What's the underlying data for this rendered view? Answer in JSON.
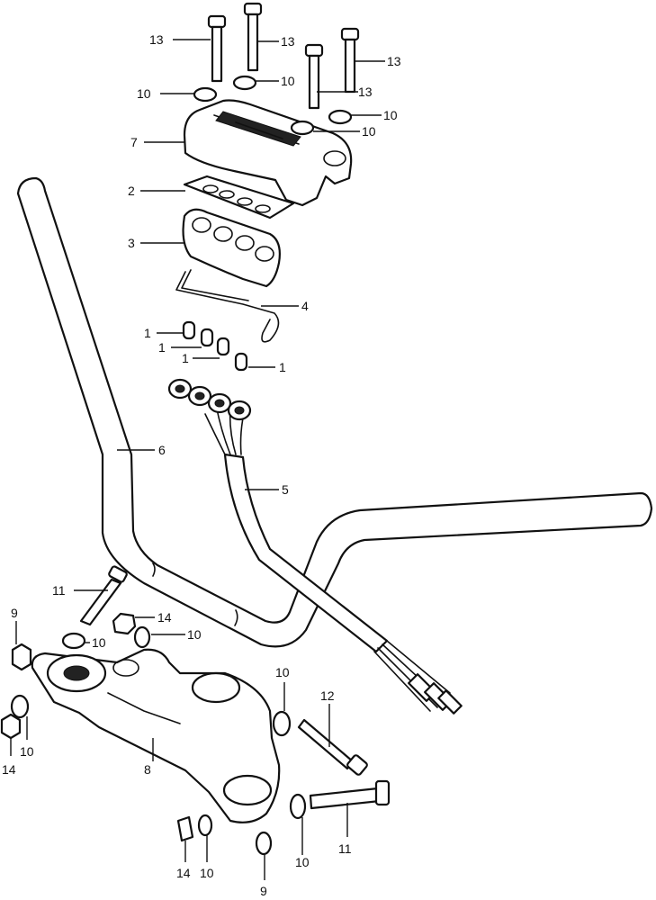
{
  "callouts": [
    {
      "id": "c13a",
      "text": "13"
    },
    {
      "id": "c13b",
      "text": "13"
    },
    {
      "id": "c13c",
      "text": "13"
    },
    {
      "id": "c13d",
      "text": "13"
    },
    {
      "id": "c10a",
      "text": "10"
    },
    {
      "id": "c10b",
      "text": "10"
    },
    {
      "id": "c10c",
      "text": "10"
    },
    {
      "id": "c10d",
      "text": "10"
    },
    {
      "id": "c7",
      "text": "7"
    },
    {
      "id": "c2",
      "text": "2"
    },
    {
      "id": "c3",
      "text": "3"
    },
    {
      "id": "c4",
      "text": "4"
    },
    {
      "id": "c1a",
      "text": "1"
    },
    {
      "id": "c1b",
      "text": "1"
    },
    {
      "id": "c1c",
      "text": "1"
    },
    {
      "id": "c1d",
      "text": "1"
    },
    {
      "id": "c6",
      "text": "6"
    },
    {
      "id": "c5",
      "text": "5"
    },
    {
      "id": "c11a",
      "text": "11"
    },
    {
      "id": "c14a",
      "text": "14"
    },
    {
      "id": "c9a",
      "text": "9"
    },
    {
      "id": "c10e",
      "text": "10"
    },
    {
      "id": "c10f",
      "text": "10"
    },
    {
      "id": "c10g",
      "text": "10"
    },
    {
      "id": "c14b",
      "text": "14"
    },
    {
      "id": "c8",
      "text": "8"
    },
    {
      "id": "c10h",
      "text": "10"
    },
    {
      "id": "c12",
      "text": "12"
    },
    {
      "id": "c11b",
      "text": "11"
    },
    {
      "id": "c14c",
      "text": "14"
    },
    {
      "id": "c10i",
      "text": "10"
    },
    {
      "id": "c9b",
      "text": "9"
    },
    {
      "id": "c10j",
      "text": "10"
    }
  ]
}
